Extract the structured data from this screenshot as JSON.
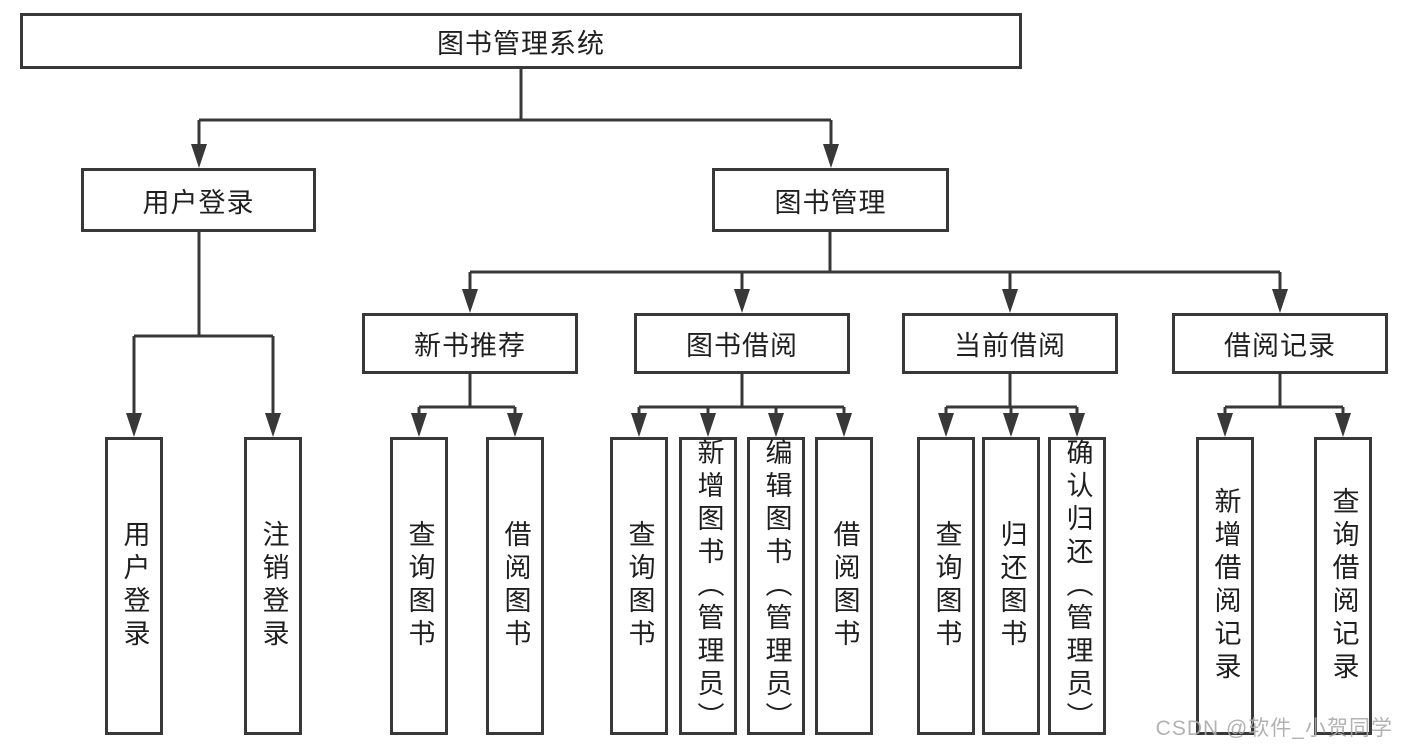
{
  "diagram": {
    "type": "tree",
    "orientation": "top-down",
    "colors": {
      "line": "#383838",
      "box_border": "#383838",
      "box_fill": "#ffffff",
      "text": "#1f1f1f",
      "background": "#ffffff",
      "watermark": "#aaaaaa"
    },
    "tree": {
      "label": "图书管理系统",
      "children": [
        {
          "label": "用户登录",
          "children": [
            {
              "label": "用户登录"
            },
            {
              "label": "注销登录"
            }
          ]
        },
        {
          "label": "图书管理",
          "children": [
            {
              "label": "新书推荐",
              "children": [
                {
                  "label": "查询图书"
                },
                {
                  "label": "借阅图书"
                }
              ]
            },
            {
              "label": "图书借阅",
              "children": [
                {
                  "label": "查询图书"
                },
                {
                  "label": "新增图书（管理员）"
                },
                {
                  "label": "编辑图书（管理员）"
                },
                {
                  "label": "借阅图书"
                }
              ]
            },
            {
              "label": "当前借阅",
              "children": [
                {
                  "label": "查询图书"
                },
                {
                  "label": "归还图书"
                },
                {
                  "label": "确认归还（管理员）"
                }
              ]
            },
            {
              "label": "借阅记录",
              "children": [
                {
                  "label": "新增借阅记录"
                },
                {
                  "label": "查询借阅记录"
                }
              ]
            }
          ]
        }
      ]
    }
  },
  "watermark": {
    "text": "CSDN @软件_小贺同学"
  }
}
